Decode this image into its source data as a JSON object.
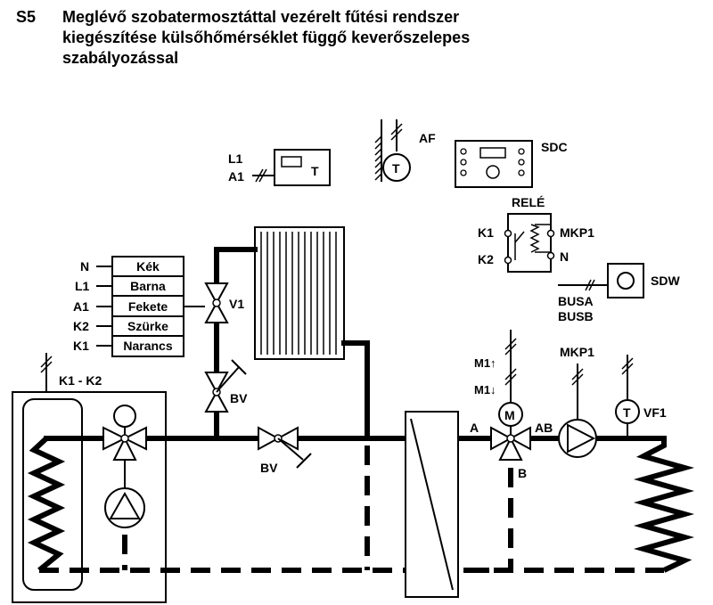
{
  "title": {
    "code": "S5",
    "lines": [
      "Meglévő szobatermosztáttal vezérelt fűtési rendszer",
      "kiegészítése külsőhőmérséklet függő keverőszelepes",
      "szabályozással"
    ]
  },
  "thermostat": {
    "labels": [
      "L1",
      "A1"
    ],
    "symbol": "T"
  },
  "outdoor_sensor": {
    "label": "AF",
    "symbol": "T"
  },
  "controller": {
    "label": "SDC"
  },
  "relay": {
    "title": "RELÉ",
    "left_labels": [
      "K1",
      "K2"
    ],
    "right_labels": [
      "MKP1",
      "N"
    ]
  },
  "room_unit": {
    "label": "SDW",
    "bus_labels": [
      "BUSA",
      "BUSB"
    ]
  },
  "terminal_table": {
    "rows": [
      {
        "terminal": "N",
        "wire": "Kék"
      },
      {
        "terminal": "L1",
        "wire": "Barna"
      },
      {
        "terminal": "A1",
        "wire": "Fekete"
      },
      {
        "terminal": "K2",
        "wire": "Szürke"
      },
      {
        "terminal": "K1",
        "wire": "Narancs"
      }
    ]
  },
  "valves": {
    "v1": "V1",
    "bv_vertical": "BV",
    "bv_horizontal": "BV"
  },
  "boiler": {
    "label": "K1 - K2"
  },
  "mixer": {
    "motor_labels": [
      "M1↑",
      "M1↓"
    ],
    "motor_symbol": "M",
    "port_a": "A",
    "port_ab": "AB",
    "port_b": "B"
  },
  "pump": {
    "label": "MKP1"
  },
  "flow_sensor": {
    "label": "VF1",
    "symbol": "T"
  }
}
